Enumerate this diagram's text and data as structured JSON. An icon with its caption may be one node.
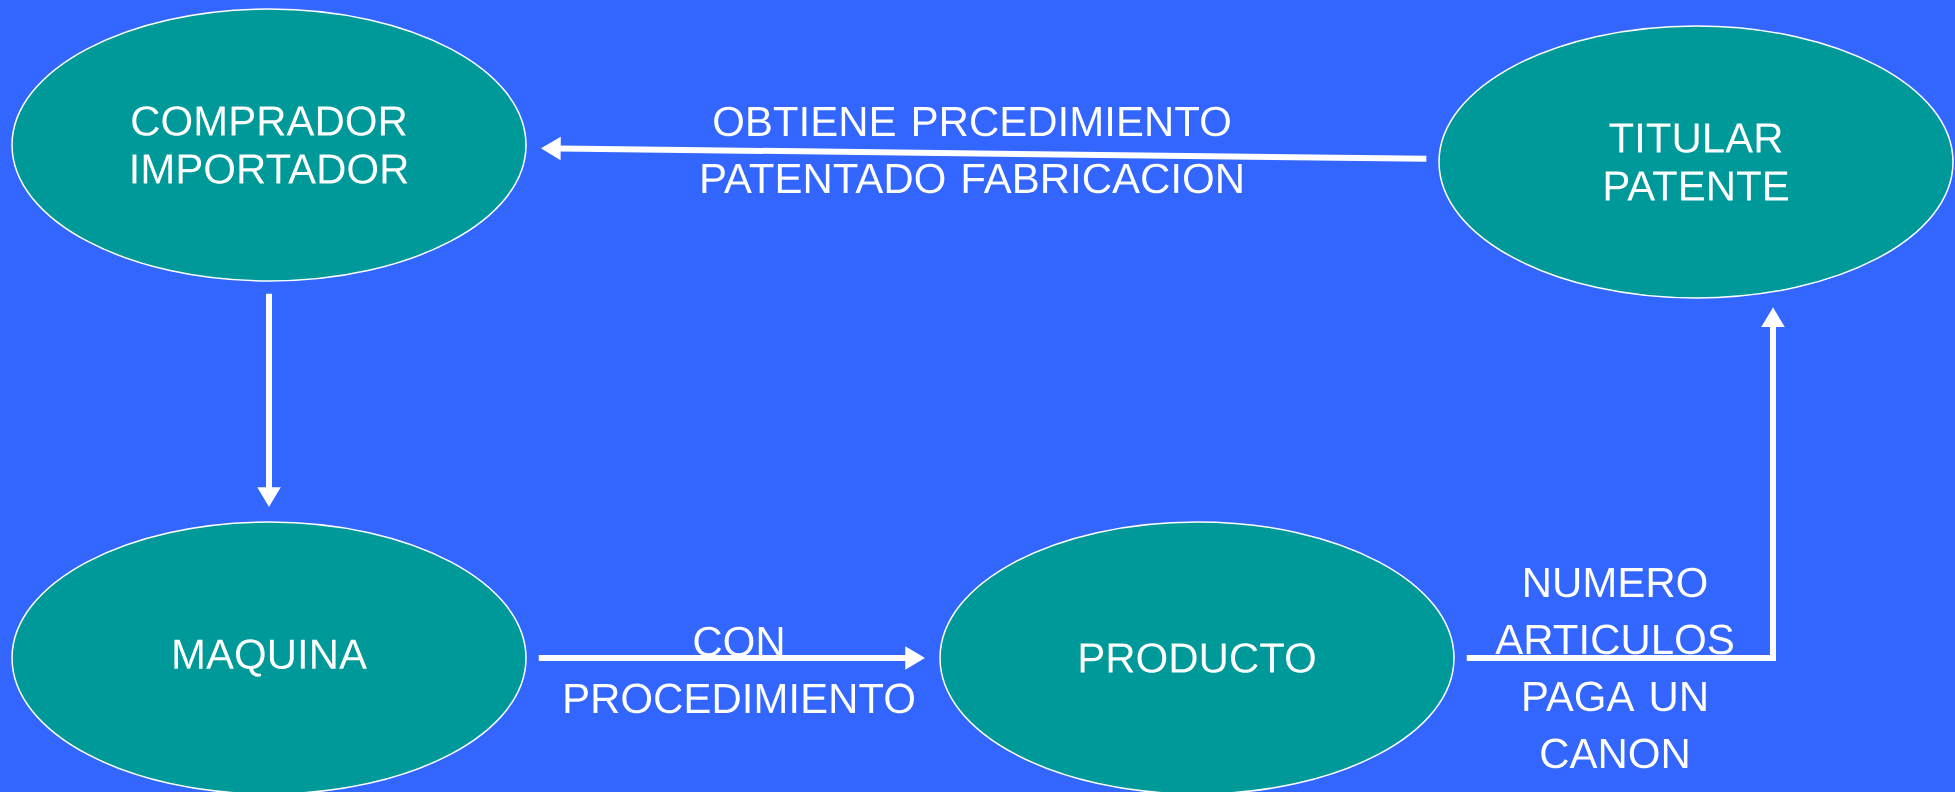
{
  "diagram": {
    "nodes": [
      {
        "text": [
          "COMPRADOR IMPORTADOR"
        ]
      },
      {
        "text": [
          "TITULAR PATENTE"
        ]
      },
      {
        "text": [
          "MAQUINA"
        ]
      },
      {
        "text": [
          "PRODUCTO"
        ]
      }
    ],
    "edges": [
      {
        "from": 1,
        "to": 0,
        "arrow": "to",
        "label": "OBTIENE PRCEDIMIENTO PATENTADO FABRICACION"
      },
      {
        "from": 0,
        "to": 2,
        "arrow": "to"
      },
      {
        "from": 2,
        "to": 3,
        "arrow": "to",
        "label": "CON PROCEDIMIENTO"
      },
      {
        "from": 3,
        "to": 1,
        "arrow": "to",
        "label": "NUMERO ARTICULOS PAGA UN CANON"
      }
    ]
  }
}
